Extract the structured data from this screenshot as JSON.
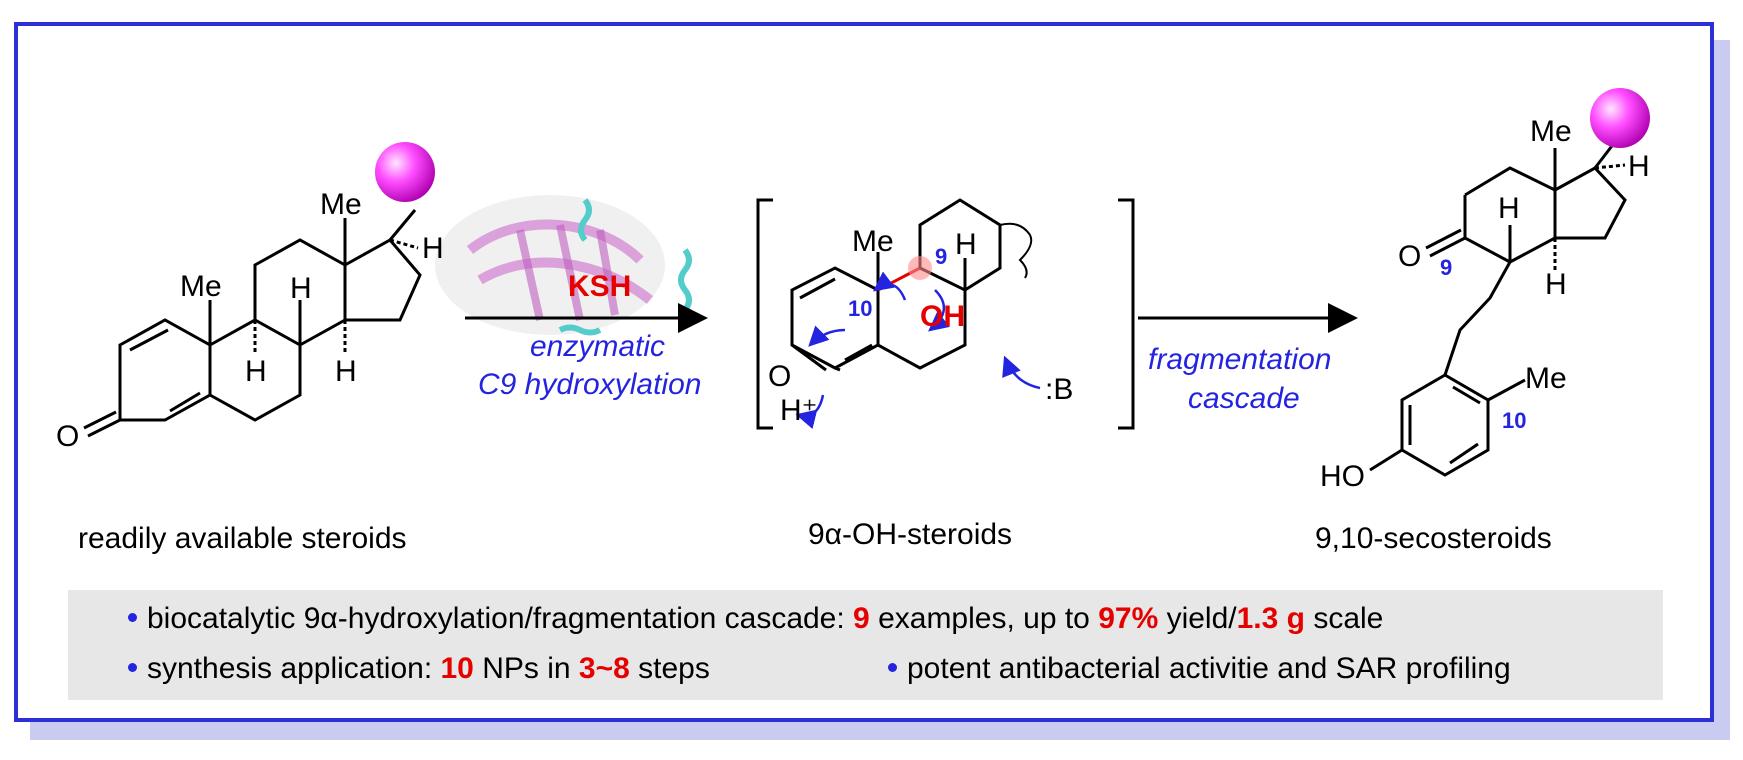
{
  "structures": {
    "start_label": "readily available steroids",
    "intermediate_label": "9α-OH-steroids",
    "product_label": "9,10-secosteroids",
    "atoms": {
      "me": "Me",
      "h": "H",
      "o": "O",
      "oh": "OH",
      "ho": "HO",
      "h_plus": "H⁺",
      "base": ":B",
      "locant_9": "9",
      "locant_10": "10"
    }
  },
  "step1": {
    "enzyme": "KSH",
    "line1": "enzymatic",
    "line2": "C9 hydroxylation"
  },
  "step2": {
    "line1": "fragmentation",
    "line2": "cascade"
  },
  "summary": {
    "row1": {
      "text1": "biocatalytic 9α-hydroxylation/fragmentation cascade: ",
      "num_examples": "9",
      "text2": " examples, up to ",
      "yield": "97%",
      "text3": " yield/",
      "scale": "1.3 g",
      "text4": " scale"
    },
    "row2": {
      "text1": "synthesis application: ",
      "num_nps": "10",
      "text2": " NPs in ",
      "steps": "3~8",
      "text3": " steps"
    },
    "row3": {
      "text": "potent antibacterial activitie and SAR profiling"
    }
  },
  "colors": {
    "frame": "#2d2fd6",
    "accent_blue": "#2323e0",
    "highlight_red": "#e60000",
    "sphere": "#ff44ff"
  }
}
